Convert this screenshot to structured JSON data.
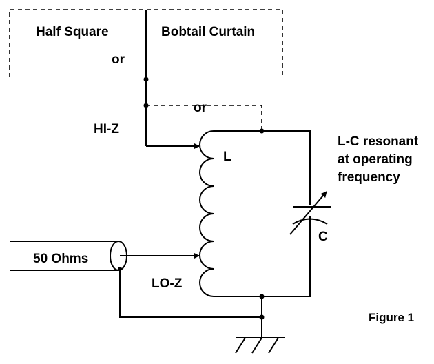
{
  "figure": {
    "title": "Figure 1",
    "labels": {
      "half_square": "Half Square",
      "bobtail_curtain": "Bobtail Curtain",
      "or_top": "or",
      "or_mid": "or",
      "hi_z": "HI-Z",
      "lo_z": "LO-Z",
      "inductor": "L",
      "capacitor": "C",
      "coax": "50 Ohms",
      "resonance_note": "L-C resonant\nat operating\nfrequency"
    },
    "colors": {
      "ink": "#000000",
      "background": "#ffffff"
    },
    "symbols": {
      "inductor": "coil-icon",
      "capacitor": "variable-capacitor-icon",
      "ground": "ground-icon",
      "coax": "coax-connector-icon"
    }
  }
}
